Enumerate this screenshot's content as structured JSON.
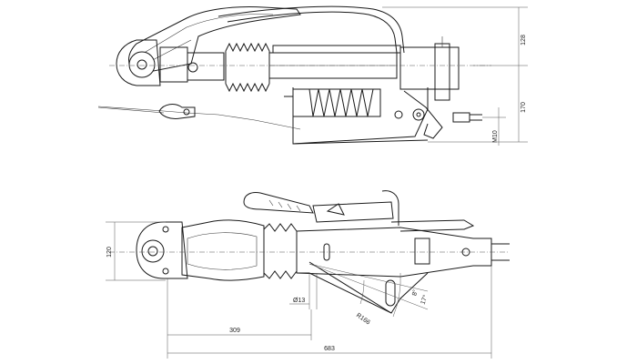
{
  "dimensions": {
    "side_height_upper": "128",
    "side_height_lower": "170",
    "thread": "M10",
    "plan_width": "120",
    "bolt_dia": "Ø13",
    "length_short": "309",
    "length_total": "683",
    "angle_a": "8°",
    "angle_b": "17°",
    "arc_radius": "R166"
  }
}
